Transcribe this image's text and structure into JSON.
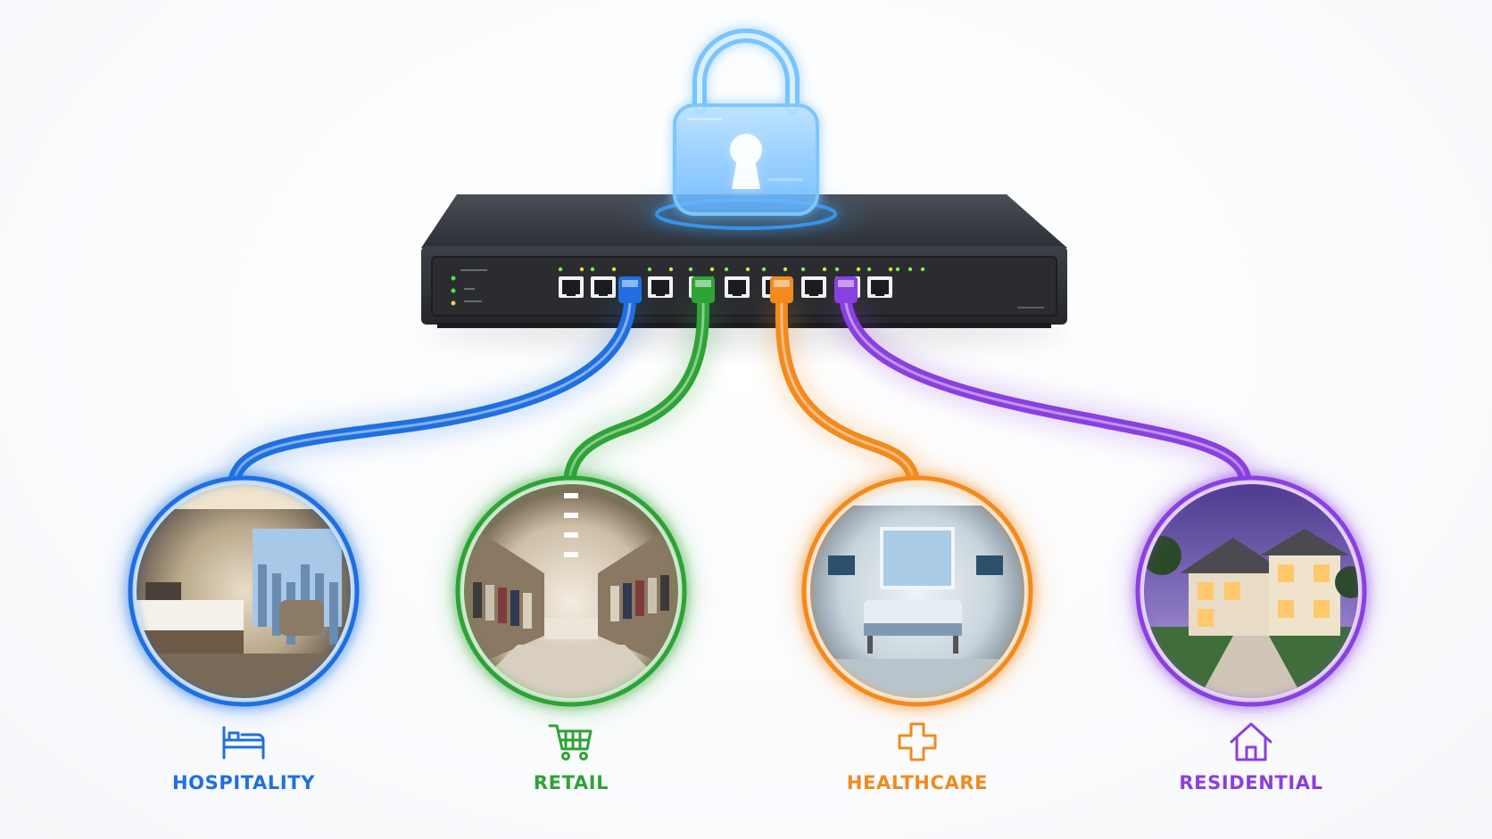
{
  "colors": {
    "hospitality": "#1f6fe0",
    "retail": "#2ea336",
    "healthcare": "#f28a1e",
    "residential": "#8a3fe0",
    "lock_glow": "#3aa0ff",
    "device_body": "#3a3d42"
  },
  "sectors": [
    {
      "label": "HOSPITALITY",
      "icon": "bed-icon",
      "color": "#1f6fe0",
      "scene": "hotel-room-photo"
    },
    {
      "label": "RETAIL",
      "icon": "shopping-cart-icon",
      "color": "#2ea336",
      "scene": "clothing-store-photo"
    },
    {
      "label": "HEALTHCARE",
      "icon": "medical-cross-icon",
      "color": "#f28a1e",
      "scene": "hospital-room-photo"
    },
    {
      "label": "RESIDENTIAL",
      "icon": "house-icon",
      "color": "#8a3fe0",
      "scene": "modern-house-photo"
    }
  ],
  "icons": {
    "lock": "padlock-icon"
  }
}
